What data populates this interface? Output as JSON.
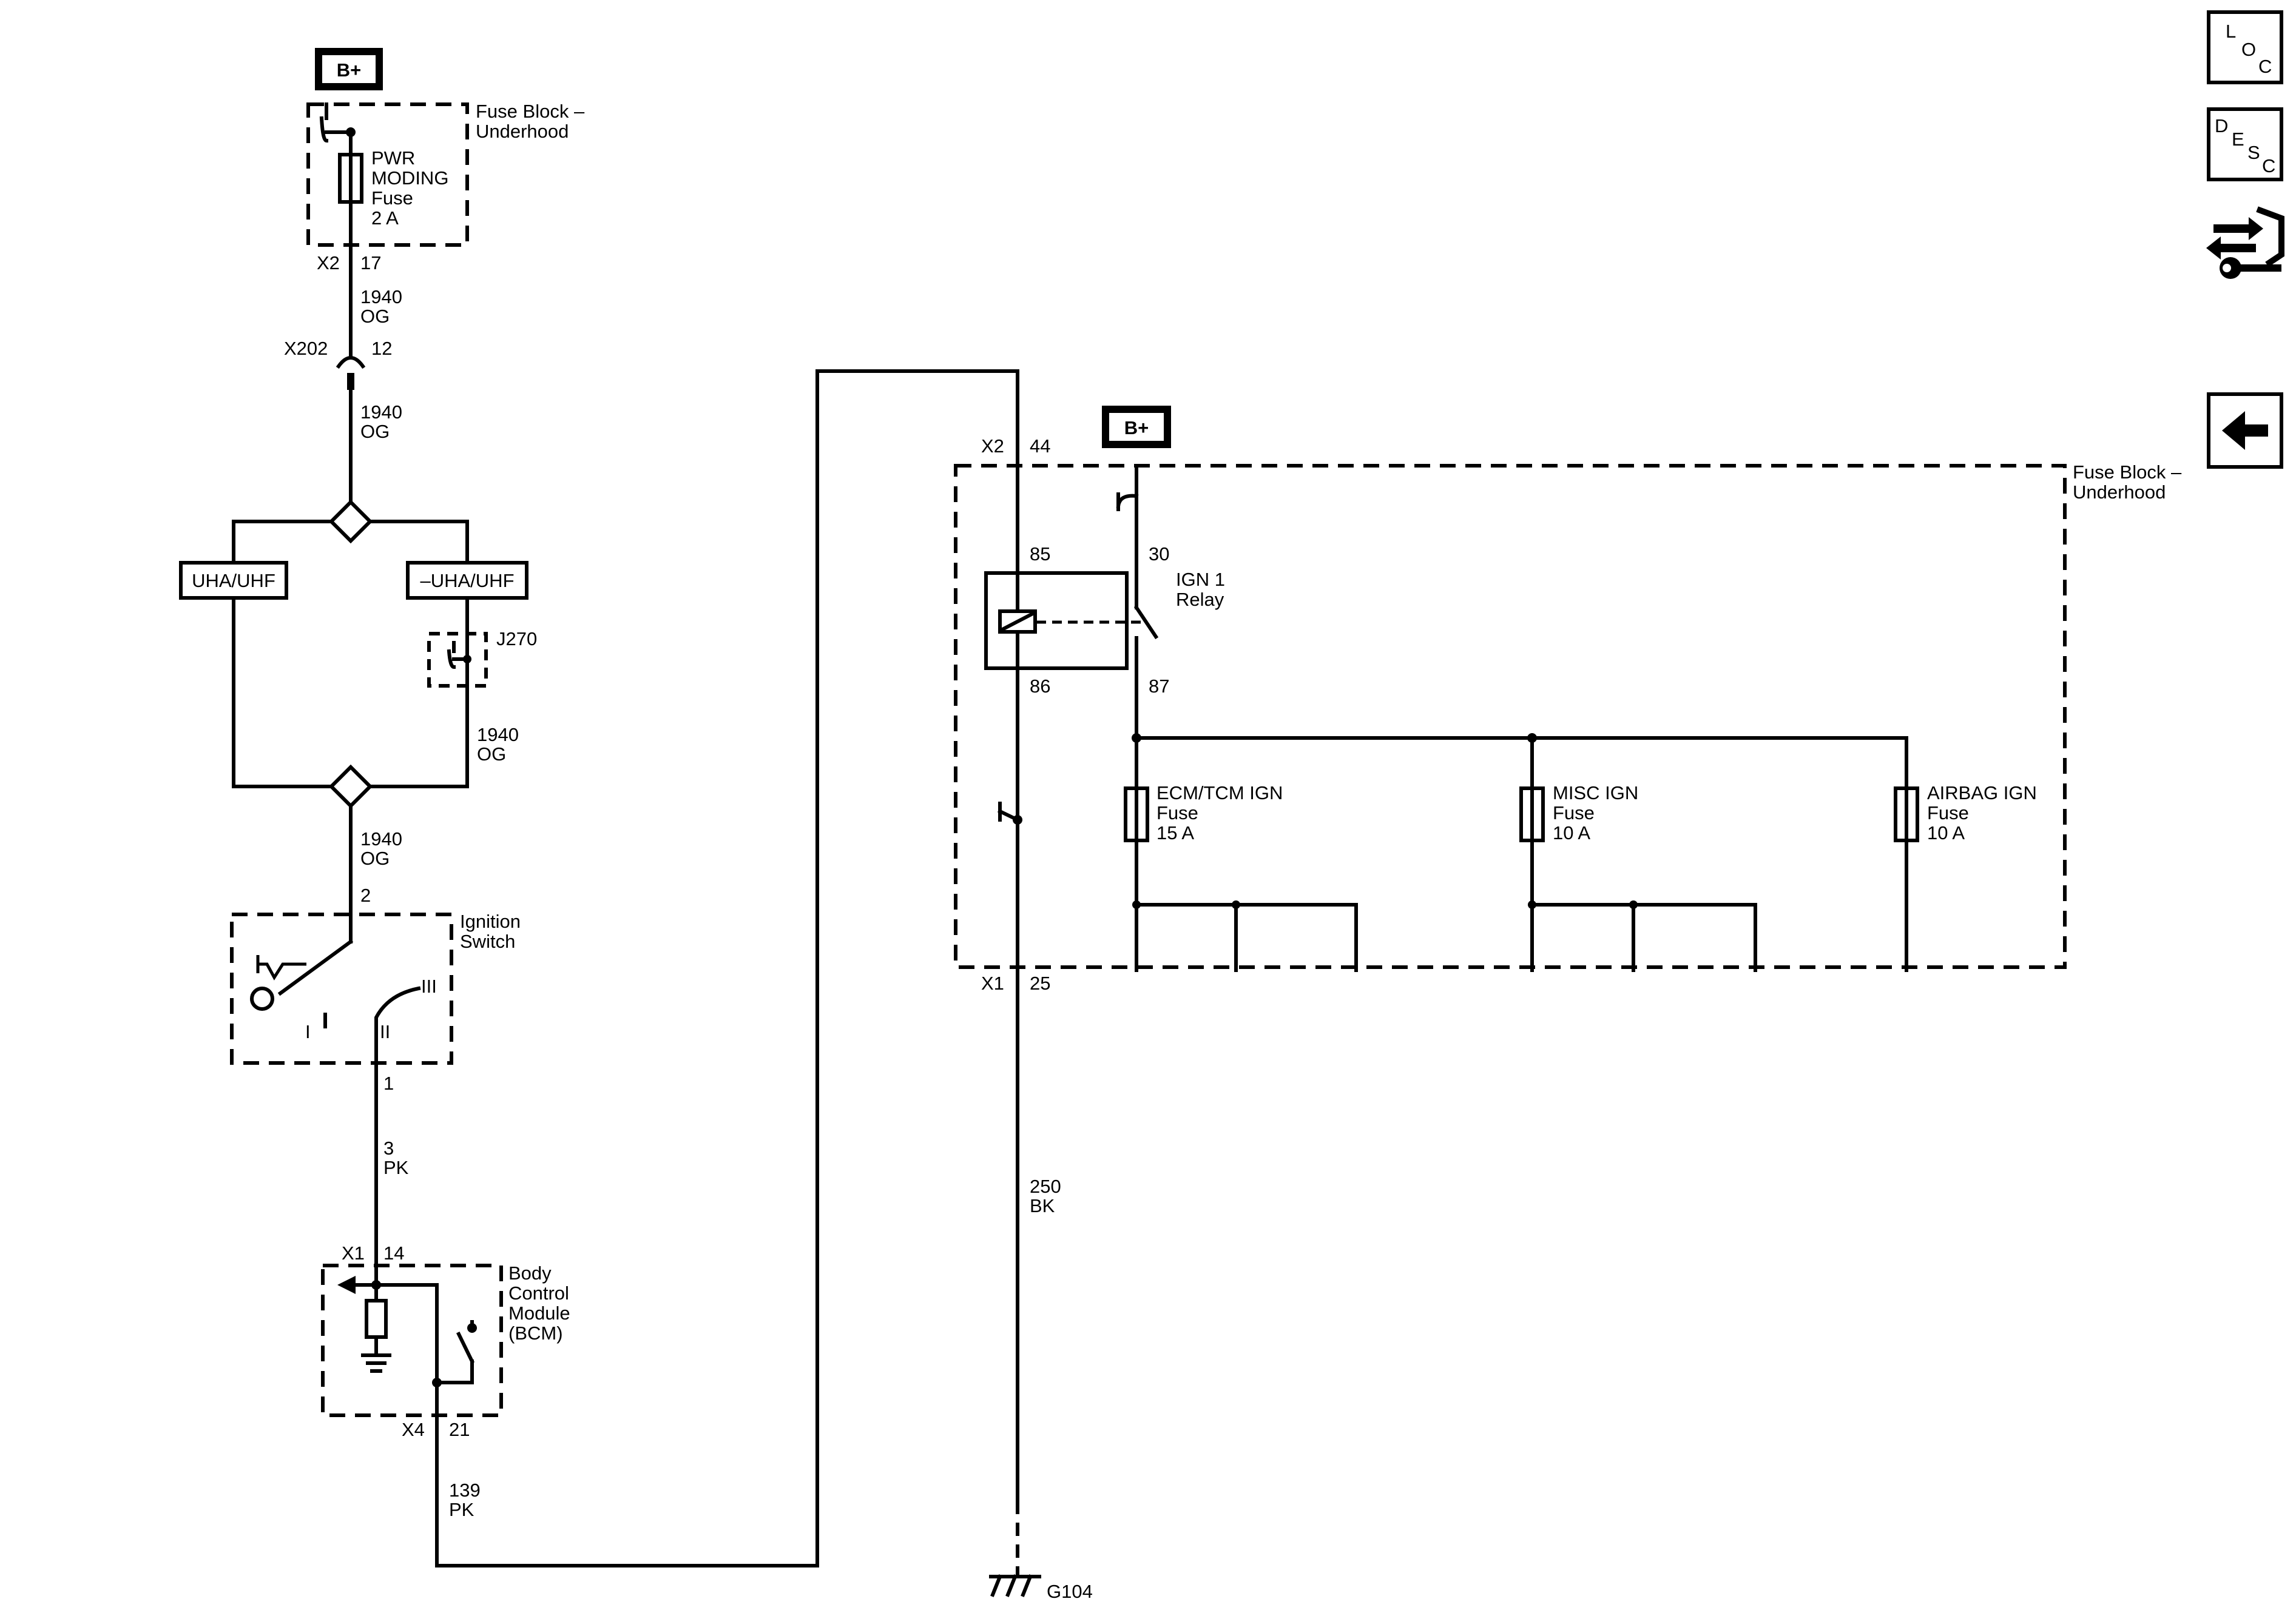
{
  "power": {
    "bplus": "B+"
  },
  "fuse_block": {
    "name_line1": "Fuse Block –",
    "name_line2": "Underhood"
  },
  "pwr_fuse": {
    "line1": "PWR",
    "line2": "MODING",
    "line3": "Fuse",
    "line4": "2 A"
  },
  "connectors": {
    "x2": "X2",
    "pin17": "17",
    "x202": "X202",
    "pin12": "12",
    "pin44": "44",
    "x1": "X1",
    "pin25": "25",
    "pin2": "2",
    "pin1": "1",
    "pin14": "14",
    "x4": "X4",
    "pin21": "21"
  },
  "wires": {
    "w1940_1_num": "1940",
    "w1940_1_col": "OG",
    "w1940_2_num": "1940",
    "w1940_2_col": "OG",
    "w1940_3_num": "1940",
    "w1940_3_col": "OG",
    "w1940_4_num": "1940",
    "w1940_4_col": "OG",
    "w3_num": "3",
    "w3_col": "PK",
    "w139_num": "139",
    "w139_col": "PK",
    "w250_num": "250",
    "w250_col": "BK"
  },
  "options": {
    "uha": "UHA/UHF",
    "no_uha": "–UHA/UHF"
  },
  "splice": {
    "j270": "J270"
  },
  "ignition_switch": {
    "line1": "Ignition",
    "line2": "Switch",
    "pos_i": "I",
    "pos_ii": "II",
    "pos_iii": "III"
  },
  "bcm": {
    "line1": "Body",
    "line2": "Control",
    "line3": "Module",
    "line4": "(BCM)"
  },
  "relay": {
    "pin85": "85",
    "pin30": "30",
    "pin86": "86",
    "pin87": "87",
    "line1": "IGN 1",
    "line2": "Relay"
  },
  "fuses": {
    "ecm_line1": "ECM/TCM IGN",
    "ecm_line2": "Fuse",
    "ecm_line3": "15 A",
    "misc_line1": "MISC IGN",
    "misc_line2": "Fuse",
    "misc_line3": "10 A",
    "airbag_line1": "AIRBAG IGN",
    "airbag_line2": "Fuse",
    "airbag_line3": "10 A"
  },
  "ground": {
    "g104": "G104"
  },
  "sidebar": {
    "loc_l": "L",
    "loc_o": "O",
    "loc_c": "C",
    "desc_d": "D",
    "desc_e": "E",
    "desc_s": "S",
    "desc_c": "C",
    "loc_icon": "location-button-icon",
    "desc_icon": "description-button-icon",
    "connector_icon": "connector-tool-icon",
    "back_icon": "back-arrow-icon"
  }
}
